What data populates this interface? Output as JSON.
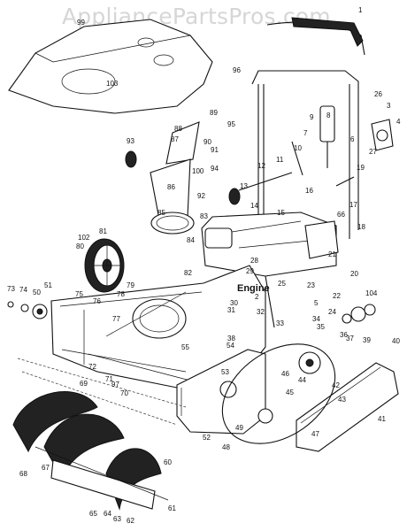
{
  "watermark": "AppliancePartsPros.com",
  "engine_label": "Engine",
  "part_numbers": [
    "1",
    "2",
    "3",
    "4",
    "5",
    "6",
    "7",
    "8",
    "9",
    "10",
    "11",
    "12",
    "13",
    "14",
    "15",
    "16",
    "17",
    "18",
    "19",
    "20",
    "21",
    "22",
    "23",
    "24",
    "25",
    "26",
    "27",
    "28",
    "29",
    "30",
    "31",
    "32",
    "33",
    "34",
    "35",
    "36",
    "37",
    "38",
    "39",
    "40",
    "41",
    "42",
    "43",
    "44",
    "45",
    "46",
    "47",
    "48",
    "49",
    "50",
    "51",
    "52",
    "53",
    "54",
    "55",
    "60",
    "61",
    "62",
    "63",
    "64",
    "65",
    "66",
    "67",
    "68",
    "69",
    "70",
    "71",
    "72",
    "73",
    "74",
    "75",
    "76",
    "77",
    "78",
    "79",
    "80",
    "81",
    "82",
    "83",
    "84",
    "85",
    "86",
    "87",
    "88",
    "89",
    "90",
    "91",
    "92",
    "93",
    "94",
    "95",
    "96",
    "97",
    "99",
    "100",
    "102",
    "103",
    "104"
  ]
}
